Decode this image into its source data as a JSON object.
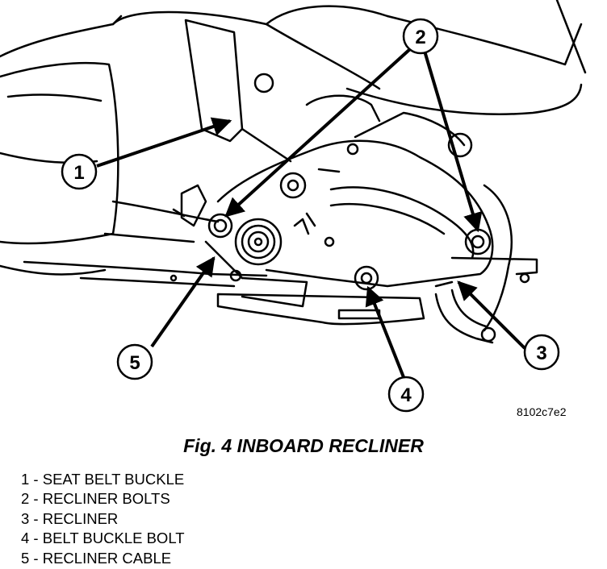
{
  "figure": {
    "code": "8102c7e2",
    "caption": "Fig. 4 INBOARD RECLINER",
    "callouts": [
      "1",
      "2",
      "3",
      "4",
      "5"
    ],
    "legend": [
      "1 - SEAT BELT BUCKLE",
      "2 - RECLINER BOLTS",
      "3 - RECLINER",
      "4 - BELT BUCKLE BOLT",
      "5 - RECLINER CABLE"
    ]
  }
}
